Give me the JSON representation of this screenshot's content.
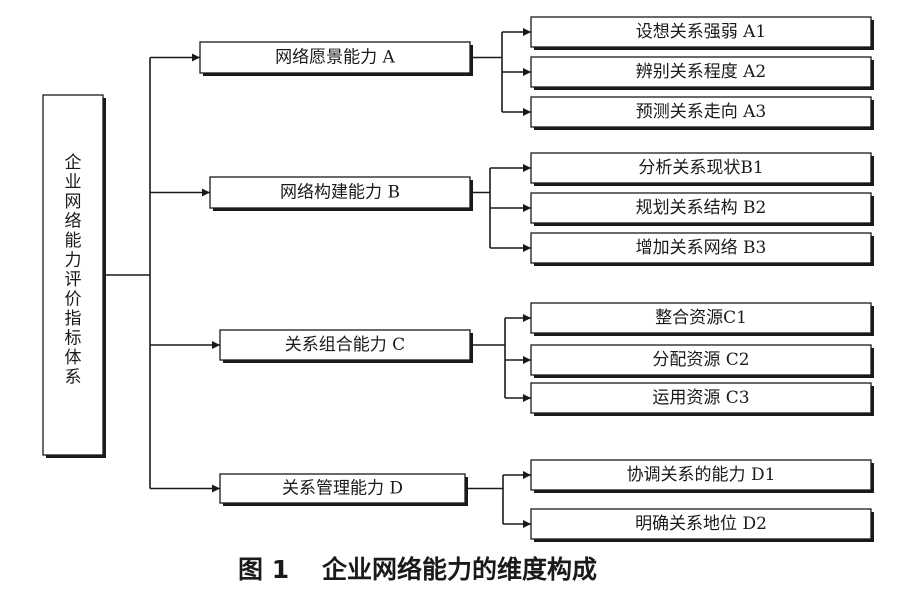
{
  "root": {
    "label": "企业网络能力评价指标体系"
  },
  "dimensions": [
    {
      "label": "网络愿景能力 A",
      "indicators": [
        "设想关系强弱 A1",
        "辨别关系程度 A2",
        "预测关系走向 A3"
      ]
    },
    {
      "label": "网络构建能力 B",
      "indicators": [
        "分析关系现状B1",
        "规划关系结构 B2",
        "增加关系网络 B3"
      ]
    },
    {
      "label": "关系组合能力 C",
      "indicators": [
        "整合资源C1",
        "分配资源 C2",
        "运用资源 C3"
      ]
    },
    {
      "label": "关系管理能力 D",
      "indicators": [
        "协调关系的能力 D1",
        "明确关系地位 D2"
      ]
    }
  ],
  "caption": {
    "number": "图 1",
    "text": "企业网络能力的维度构成"
  }
}
